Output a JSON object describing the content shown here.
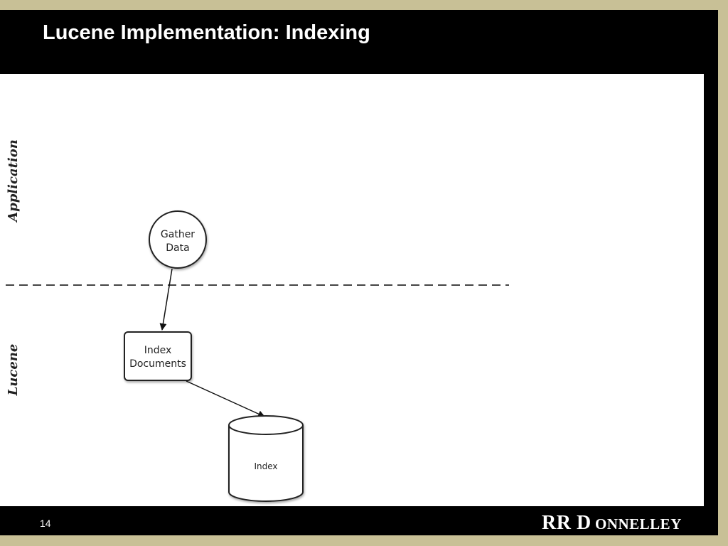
{
  "slide": {
    "title": "Lucene Implementation: Indexing",
    "page_number": "14",
    "logo_text": "RR Donnelley"
  },
  "diagram": {
    "lanes": {
      "top": "Application",
      "bottom": "Lucene"
    },
    "nodes": {
      "gather": {
        "line1": "Gather",
        "line2": "Data"
      },
      "index_docs": {
        "line1": "Index",
        "line2": "Documents"
      },
      "index_store": {
        "label": "Index"
      }
    }
  }
}
